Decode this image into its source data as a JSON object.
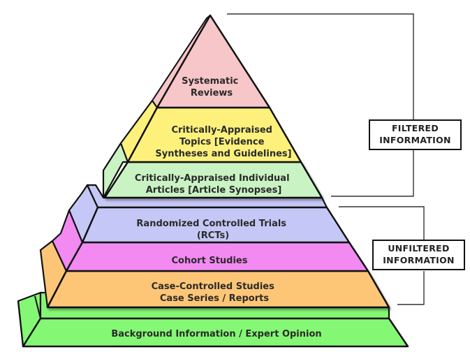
{
  "title": "Evidence pyramid",
  "levels": [
    {
      "id": "systematic-reviews",
      "lines": [
        "Systematic",
        "Reviews"
      ],
      "color": "#f7c6c8"
    },
    {
      "id": "critically-appraised-topics",
      "lines": [
        "Critically-Appraised",
        "Topics [Evidence",
        "Syntheses and Guidelines]"
      ],
      "color": "#fdf17c"
    },
    {
      "id": "critically-appraised-articles",
      "lines": [
        "Critically-Appraised Individual",
        "Articles [Article Synopses]"
      ],
      "color": "#c9f3c3"
    },
    {
      "id": "rcts",
      "lines": [
        "Randomized Controlled Trials",
        "(RCTs)"
      ],
      "color": "#c5c8f6"
    },
    {
      "id": "cohort-studies",
      "lines": [
        "Cohort Studies"
      ],
      "color": "#f28af2"
    },
    {
      "id": "case-controlled-studies",
      "lines": [
        "Case-Controlled Studies",
        "Case Series / Reports"
      ],
      "color": "#fdc677"
    },
    {
      "id": "background-information",
      "lines": [
        "Background Information / Expert Opinion"
      ],
      "color": "#84f874"
    }
  ],
  "groups": {
    "filtered": {
      "line1": "FILTERED",
      "line2": "INFORMATION"
    },
    "unfiltered": {
      "line1": "UNFILTERED",
      "line2": "INFORMATION"
    }
  }
}
